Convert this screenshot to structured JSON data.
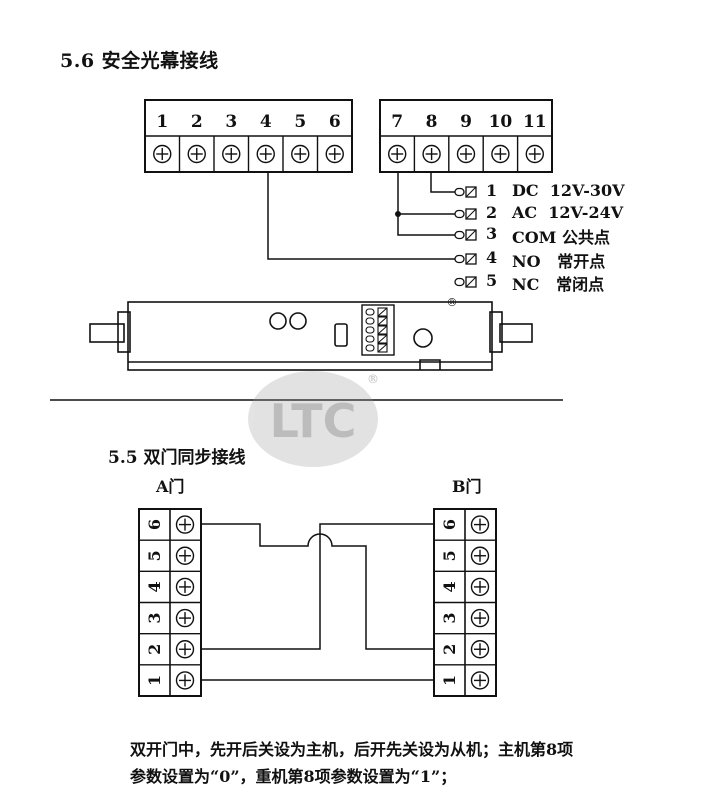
{
  "section_a": {
    "title": "5.6 安全光幕接线",
    "terminals_left": [
      "1",
      "2",
      "3",
      "4",
      "5",
      "6"
    ],
    "terminals_right": [
      "7",
      "8",
      "9",
      "10",
      "11"
    ],
    "connector_pins": [
      {
        "num": "1",
        "label": "DC  12V-30V"
      },
      {
        "num": "2",
        "label": "AC  12V-24V"
      },
      {
        "num": "3",
        "label": "COM 公共点"
      },
      {
        "num": "4",
        "label": "NO   常开点"
      },
      {
        "num": "5",
        "label": "NC   常闭点"
      }
    ]
  },
  "watermark": {
    "text": "LTC",
    "registered": "®"
  },
  "section_b": {
    "title": "5.5 双门同步接线",
    "door_a": "A门",
    "door_b": "B门",
    "terminals": [
      "6",
      "5",
      "4",
      "3",
      "2",
      "1"
    ]
  },
  "note": {
    "line1": "双开门中，先开后关设为主机，后开先关设为从机；主机第8项",
    "line2": "参数设置为“0”，重机第8项参数设置为“1”；"
  }
}
